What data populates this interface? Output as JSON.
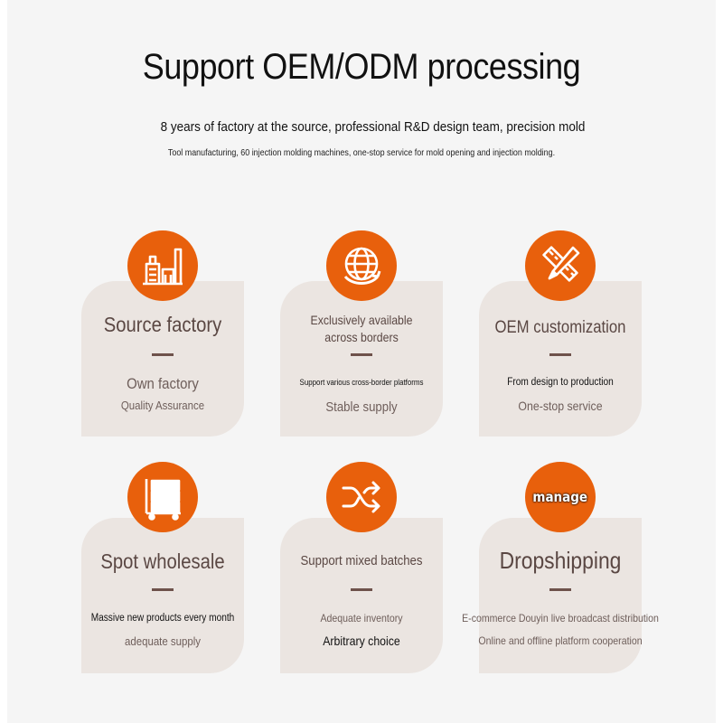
{
  "header": {
    "title": "Support OEM/ODM processing",
    "subtitle_line1": "8 years of factory at the source, professional R&D design team, precision mold",
    "subtitle_line2": "Tool manufacturing, 60 injection molding machines, one-stop service for mold opening and injection molding."
  },
  "accent_color": "#e8600c",
  "card_color": "#ebe5e1",
  "cards": [
    {
      "icon": "factory-icon",
      "title": "Source factory",
      "line1": "Own factory",
      "line2": "Quality Assurance"
    },
    {
      "icon": "globe-icon",
      "title": "Exclusively available across borders",
      "line1": "Support various cross-border platforms",
      "line2": "Stable supply"
    },
    {
      "icon": "pencil-ruler-icon",
      "title": "OEM customization",
      "line1": "From design to production",
      "line2": "One-stop service"
    },
    {
      "icon": "shelf-cart-icon",
      "title": "Spot wholesale",
      "line1": "Massive new products every month",
      "line2": "adequate supply"
    },
    {
      "icon": "shuffle-icon",
      "title": "Support mixed batches",
      "line1": "Adequate inventory",
      "line2": "Arbitrary choice"
    },
    {
      "icon": "manage-icon",
      "icon_text": "manage",
      "title": "Dropshipping",
      "line1": "E-commerce Douyin live broadcast distribution",
      "line2": "Online and offline platform cooperation"
    }
  ]
}
